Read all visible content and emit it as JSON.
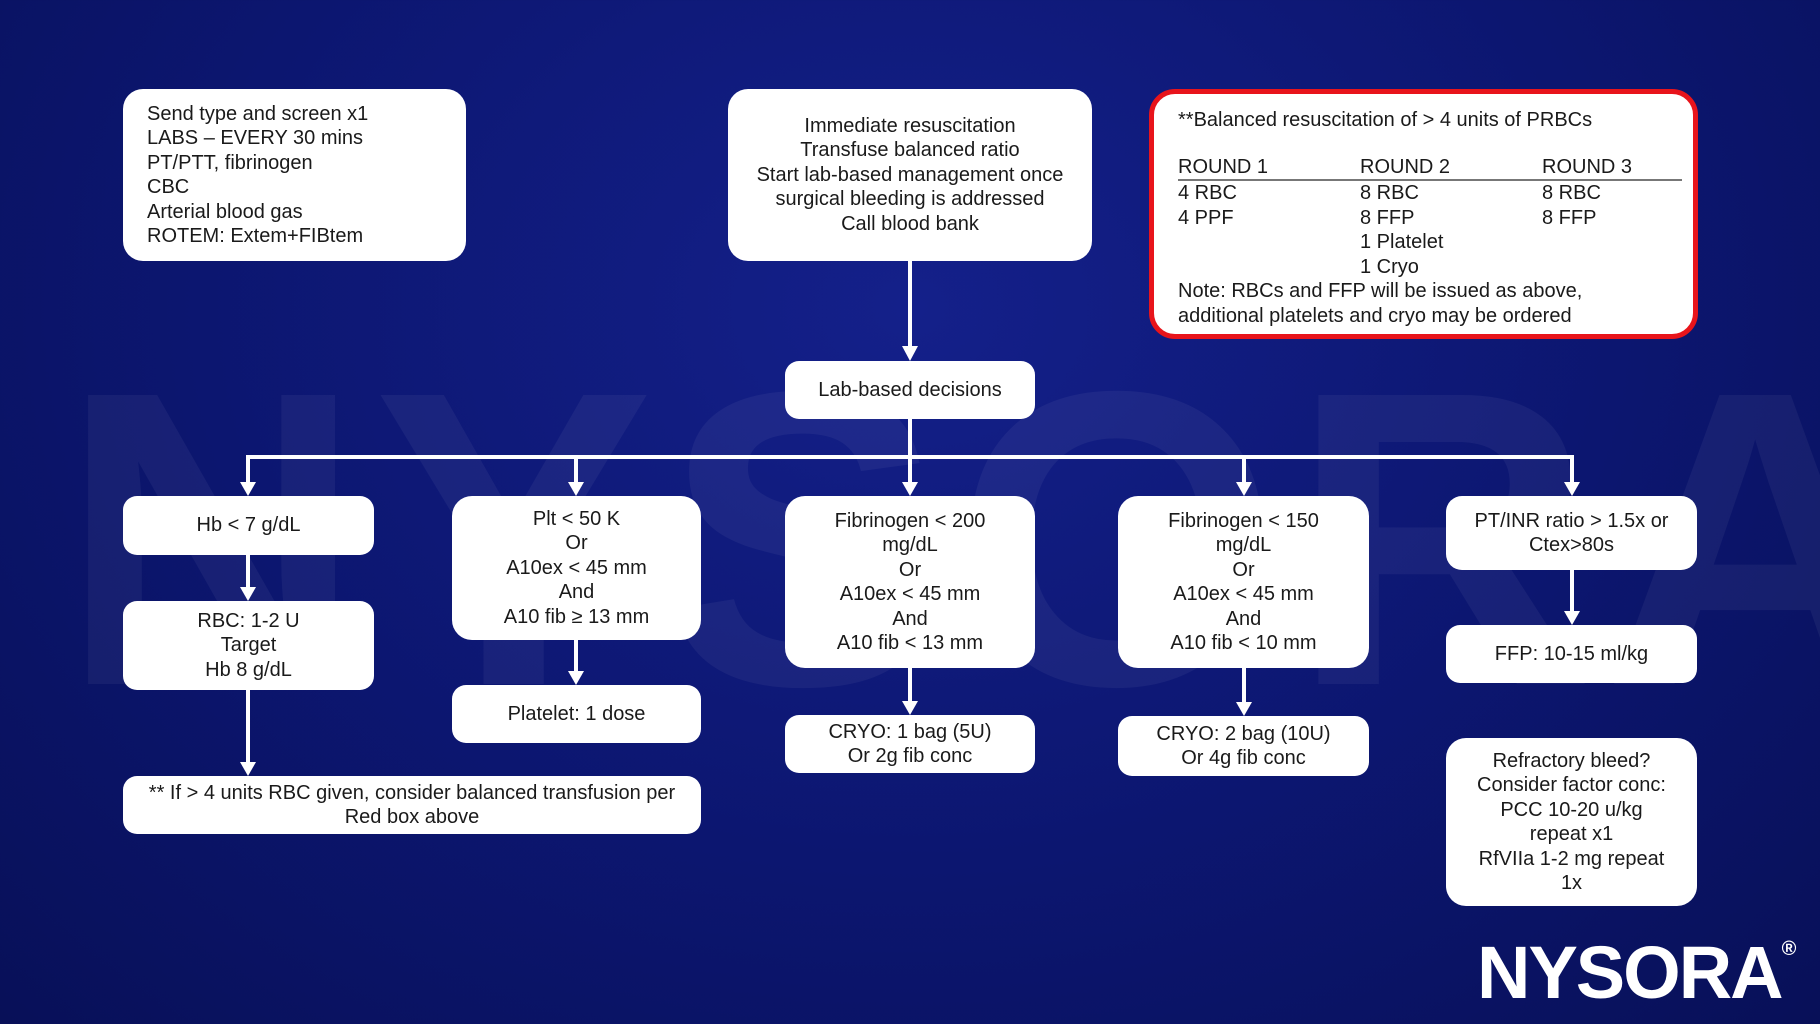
{
  "watermark": "NYSORA",
  "labs_box": [
    "Send type and screen x1",
    "LABS – EVERY 30 mins",
    "PT/PTT, fibrinogen",
    "CBC",
    "Arterial blood gas",
    "ROTEM: Extem+FIBtem"
  ],
  "resus_box": [
    "Immediate resuscitation",
    "Transfuse balanced ratio",
    "Start lab-based management once",
    "surgical bleeding is addressed",
    "Call blood bank"
  ],
  "balanced": {
    "title": "**Balanced resuscitation of > 4 units of PRBCs",
    "rounds": [
      {
        "header": "ROUND 1",
        "items": [
          "4 RBC",
          "4 PPF",
          "",
          ""
        ]
      },
      {
        "header": "ROUND 2",
        "items": [
          "8 RBC",
          "8 FFP",
          "1 Platelet",
          "1 Cryo"
        ]
      },
      {
        "header": "ROUND 3",
        "items": [
          "8 RBC",
          "8 FFP",
          "",
          ""
        ]
      }
    ],
    "note": "Note: RBCs and FFP will be issued as above, additional platelets and cryo may be ordered"
  },
  "lab_decisions": "Lab-based decisions",
  "hb": {
    "condition": [
      "Hb < 7 g/dL"
    ],
    "action": [
      "RBC: 1-2 U",
      "Target",
      "Hb 8 g/dL"
    ]
  },
  "plt": {
    "condition": [
      "Plt < 50 K",
      "Or",
      "A10ex < 45 mm",
      "And",
      "A10 fib ≥ 13 mm"
    ],
    "action": [
      "Platelet: 1 dose"
    ]
  },
  "fib200": {
    "condition": [
      "Fibrinogen < 200",
      "mg/dL",
      "Or",
      "A10ex < 45 mm",
      "And",
      "A10 fib < 13 mm"
    ],
    "action": [
      "CRYO: 1 bag (5U)",
      "Or 2g fib conc"
    ]
  },
  "fib150": {
    "condition": [
      "Fibrinogen < 150",
      "mg/dL",
      "Or",
      "A10ex < 45 mm",
      "And",
      "A10 fib < 10 mm"
    ],
    "action": [
      "CRYO: 2 bag (10U)",
      "Or 4g fib conc"
    ]
  },
  "ptinr": {
    "condition": [
      "PT/INR ratio > 1.5x or",
      "Ctex>80s"
    ],
    "action": [
      "FFP: 10-15 ml/kg"
    ]
  },
  "refractory": [
    "Refractory bleed?",
    "Consider factor conc:",
    "PCC 10-20 u/kg",
    "repeat x1",
    "RfVIIa 1-2 mg repeat",
    "1x"
  ],
  "rbc_note": [
    "** If > 4 units RBC given, consider balanced transfusion per",
    "Red box above"
  ],
  "logo": {
    "text": "NYSORA",
    "mark": "®"
  }
}
